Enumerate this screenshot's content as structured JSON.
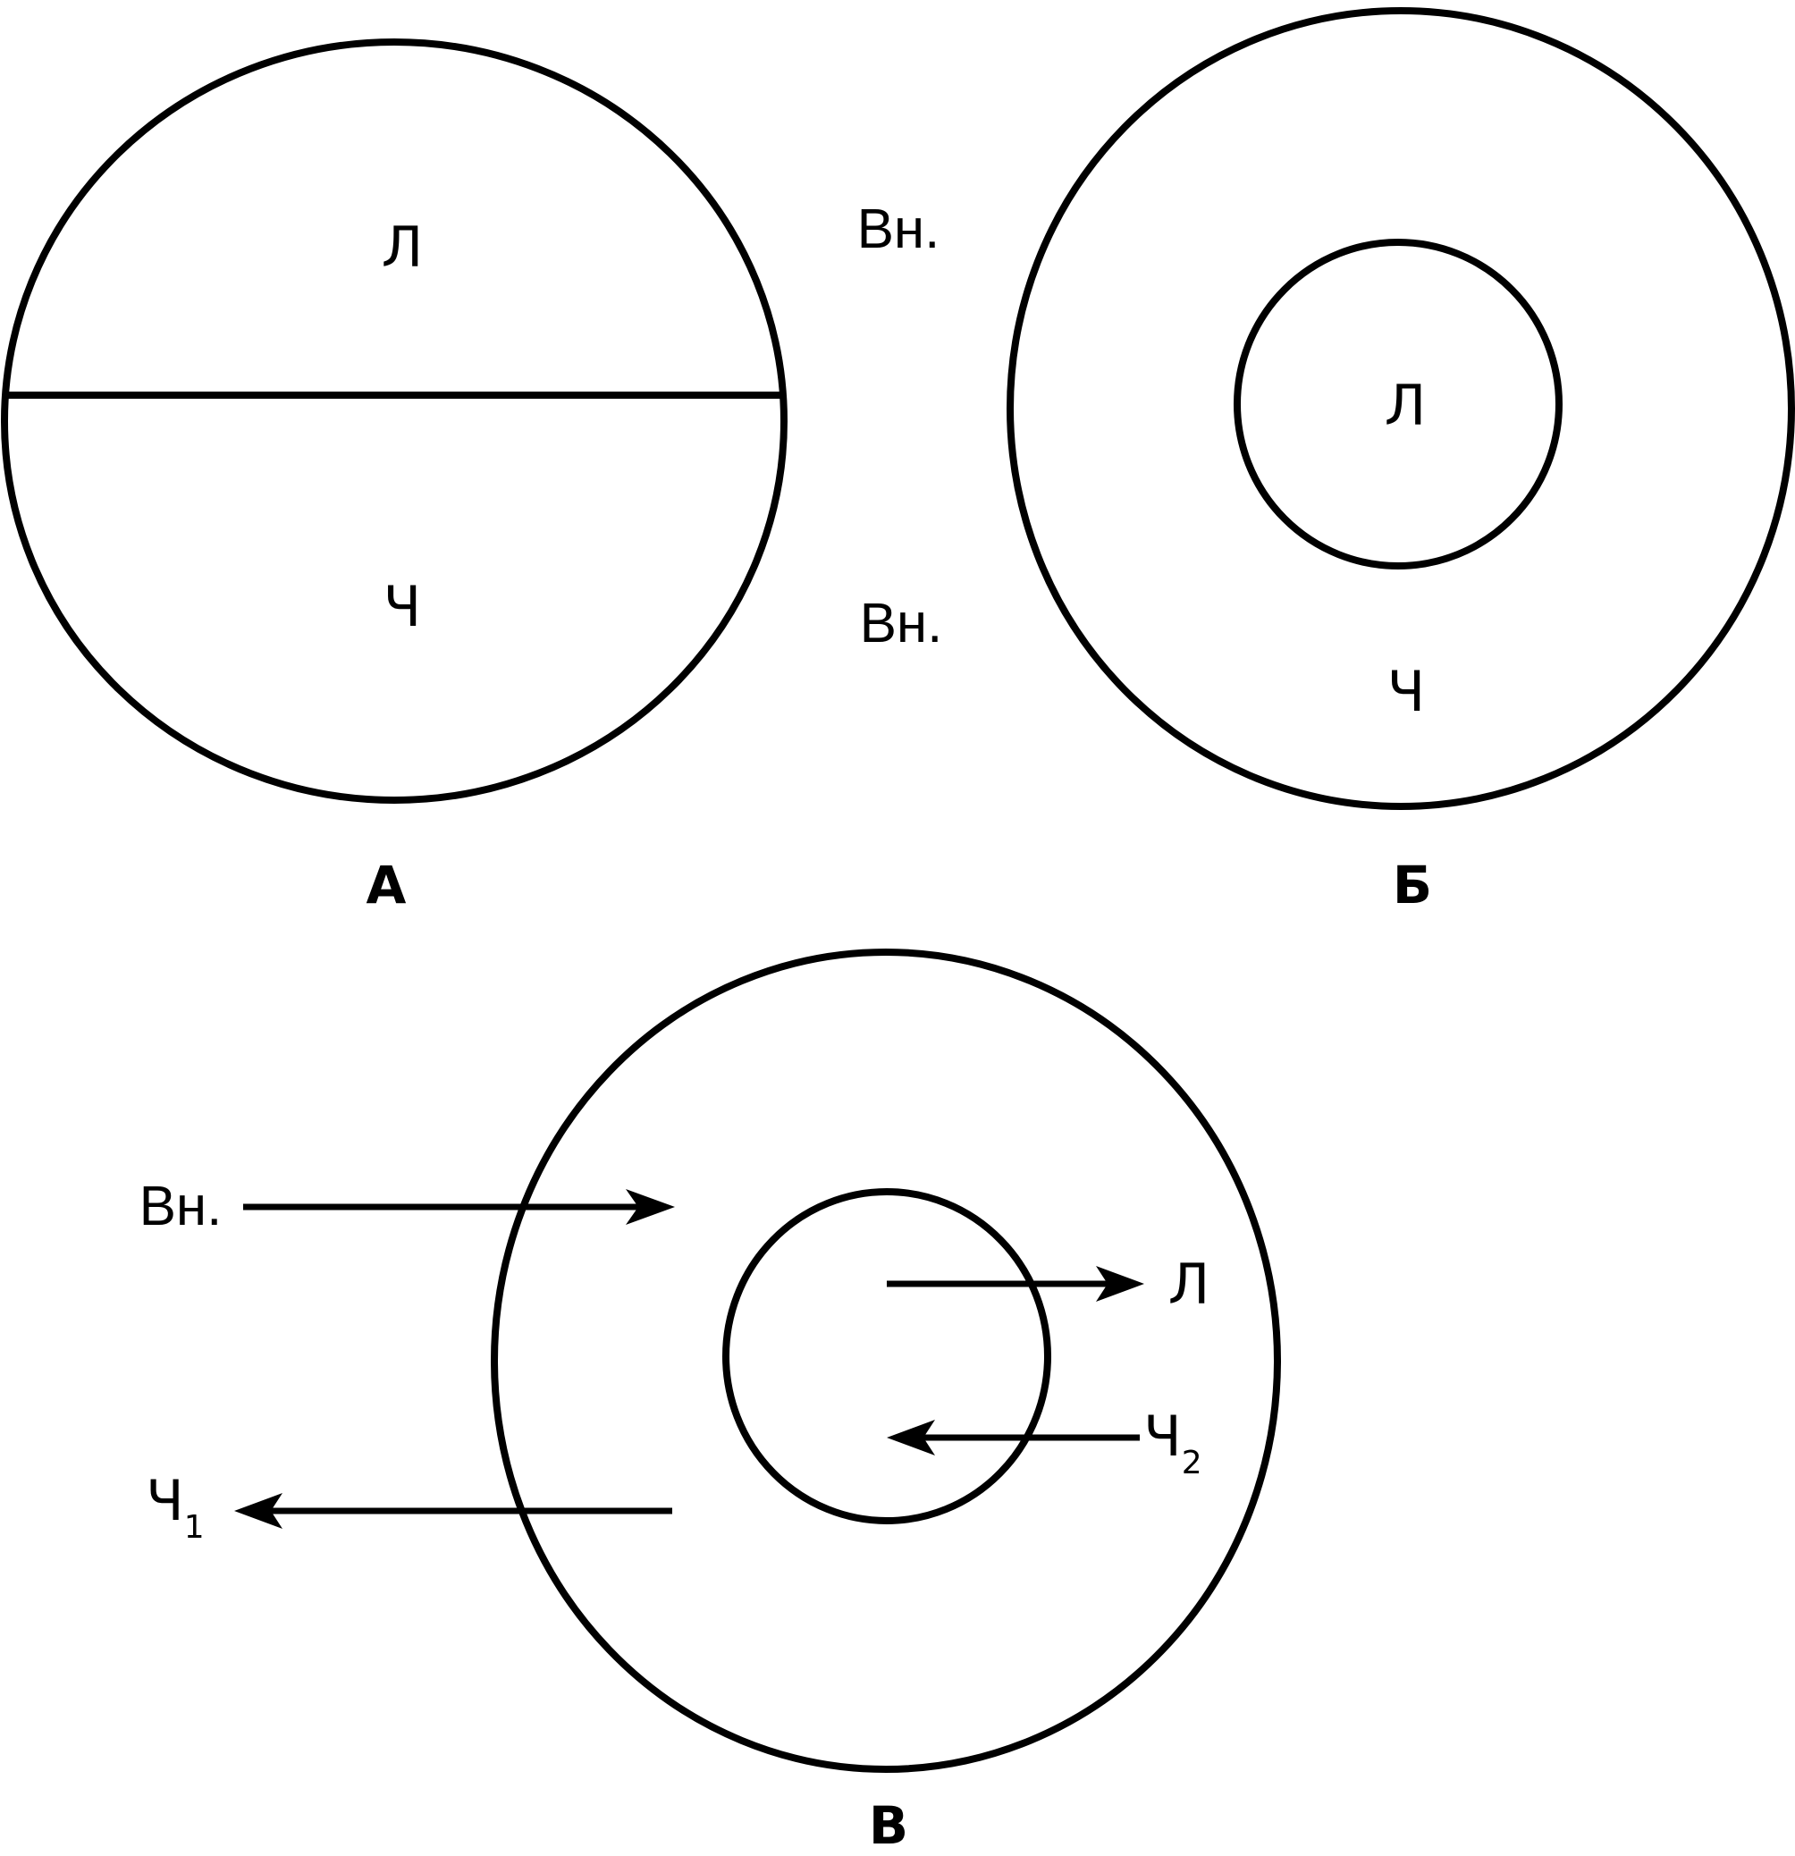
{
  "panel_a": {
    "caption": "А",
    "top_label": "Л",
    "bottom_label": "Ч",
    "outside_top": "Вн.",
    "outside_bottom": "Вн."
  },
  "panel_b": {
    "caption": "Б",
    "inner_label": "Л",
    "outer_label": "Ч"
  },
  "panel_c": {
    "caption": "В",
    "in_arrow_label": "Вн.",
    "out_arrow_label": "Ч",
    "out_arrow_sub": "1",
    "inner_out_label": "Л",
    "inner_in_label": "Ч",
    "inner_in_sub": "2"
  },
  "colors": {
    "stroke": "#000000",
    "background": "#ffffff"
  }
}
